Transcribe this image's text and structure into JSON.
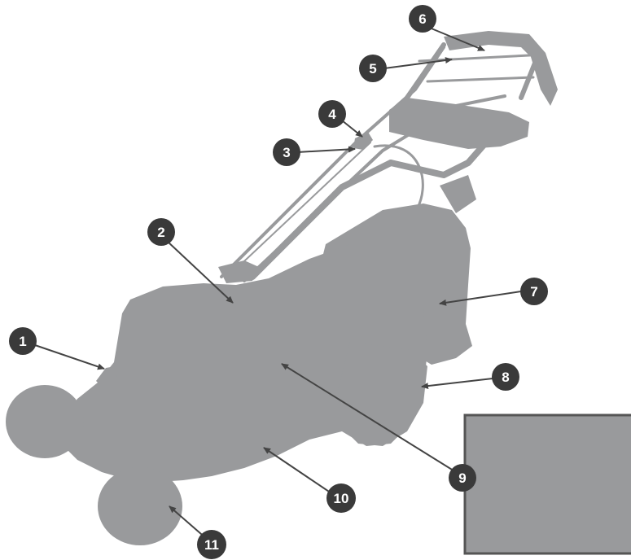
{
  "diagram": {
    "subject": "lawn mower silhouette with numbered part callouts",
    "colors": {
      "background": "#ffffff",
      "body_fill": "#999a9c",
      "outline": "#555555",
      "callout_circle": "#3a3a3a",
      "callout_text": "#ffffff",
      "leader_line": "#444444"
    },
    "callouts": [
      {
        "id": "1",
        "label": "1",
        "points_to": "front-edge"
      },
      {
        "id": "2",
        "label": "2",
        "points_to": "engine-cover"
      },
      {
        "id": "3",
        "label": "3",
        "points_to": "handle-knob"
      },
      {
        "id": "4",
        "label": "4",
        "points_to": "handle-lever"
      },
      {
        "id": "5",
        "label": "5",
        "points_to": "upper-handle-bar"
      },
      {
        "id": "6",
        "label": "6",
        "points_to": "handle-grip"
      },
      {
        "id": "7",
        "label": "7",
        "points_to": "grass-bag"
      },
      {
        "id": "8",
        "label": "8",
        "points_to": "rear-guard"
      },
      {
        "id": "9",
        "label": "9",
        "points_to": "deck"
      },
      {
        "id": "10",
        "label": "10",
        "points_to": "deck-skirt"
      },
      {
        "id": "11",
        "label": "11",
        "points_to": "front-wheel"
      }
    ]
  }
}
